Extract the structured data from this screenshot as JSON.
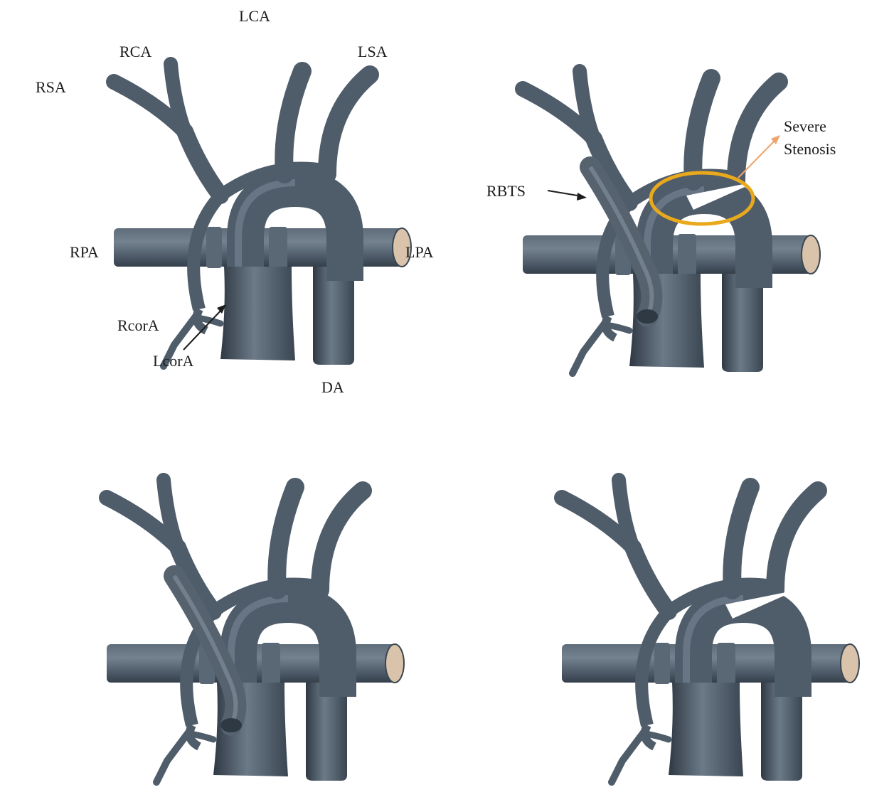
{
  "colors": {
    "vessel": "#4f5c6a",
    "vessel_light": "#7d8b99",
    "vessel_dark": "#2f3944",
    "pulmonary_cut": "#d9c3aa",
    "stenosis_ring": "#e8a91c",
    "stenosis_arrow": "#f0a36c",
    "label_arrow": "#1c1c1c",
    "background": "#ffffff"
  },
  "panels": {
    "top_left": {
      "labels": {
        "lca": "LCA",
        "rca": "RCA",
        "lsa": "LSA",
        "rsa": "RSA",
        "rpa": "RPA",
        "lpa": "LPA",
        "rcora": "RcorA",
        "lcora": "LcorA",
        "da": "DA"
      }
    },
    "top_right": {
      "labels": {
        "rbts": "RBTS",
        "severe": "Severe",
        "stenosis": "Stenosis"
      }
    },
    "bottom_left": {},
    "bottom_right": {}
  }
}
